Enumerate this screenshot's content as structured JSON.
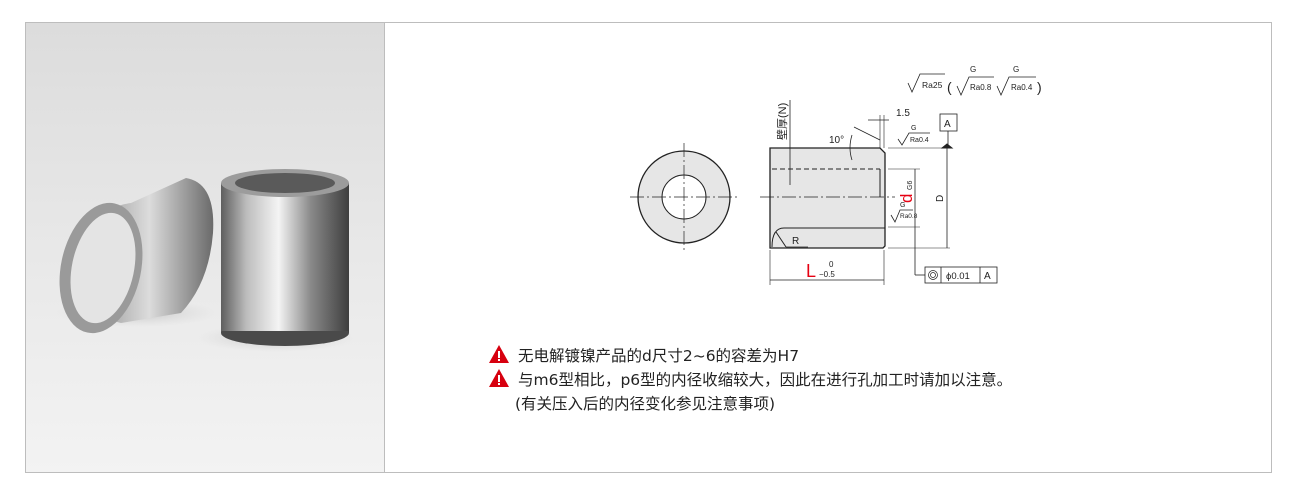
{
  "drawing": {
    "wall_label": "壁厚(N)",
    "angle": "10°",
    "chamfer": "1.5",
    "roughness_main": "Ra25",
    "roughness_g1": "Ra0.8",
    "roughness_g2": "Ra0.4",
    "g": "G",
    "datum": "A",
    "outer_roughness": "Ra0.4",
    "inner_roughness": "Ra0.8",
    "d_label": "d",
    "d_tol": "G6",
    "D_label": "D",
    "R_label": "R",
    "L_label": "L",
    "L_tol_upper": "0",
    "L_tol_lower": "−0.5",
    "tolerance_value": "ϕ0.01",
    "tolerance_datum": "A"
  },
  "notes": [
    "无电解镀镍产品的d尺寸2~6的容差为H7",
    "与m6型相比，p6型的内径收缩较大，因此在进行孔加工时请加以注意。",
    "(有关压入后的内径变化参见注意事项)"
  ],
  "colors": {
    "accent_red": "#e60012",
    "warning_red": "#d7000f"
  }
}
